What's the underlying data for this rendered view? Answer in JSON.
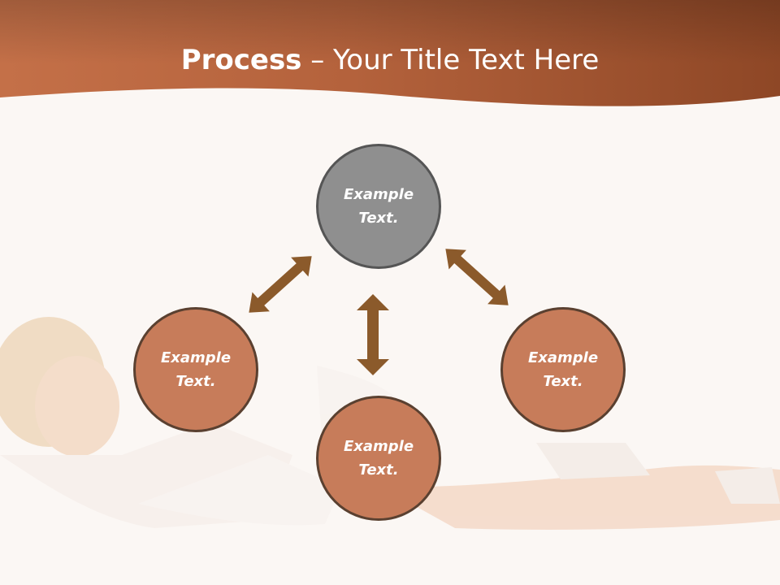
{
  "slide": {
    "title_bold": "Process",
    "title_rest": " – Your Title Text Here"
  },
  "diagram": {
    "nodes": {
      "top": "Example Text.",
      "left": "Example Text.",
      "right": "Example Text.",
      "bottom": "Example Text."
    }
  },
  "colors": {
    "header": "#b0613a",
    "node_fill": "#c77c5a",
    "center_fill": "#8f8f8f",
    "arrow": "#8b5a2b"
  }
}
